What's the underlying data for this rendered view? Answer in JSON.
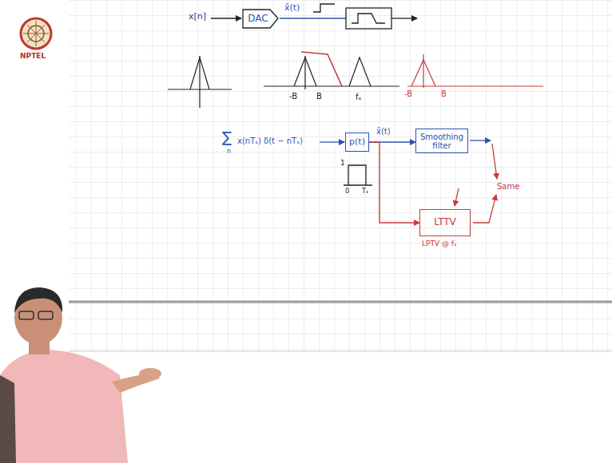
{
  "diagram": {
    "nodes": [
      {
        "text": [
          "DAC"
        ]
      },
      {
        "text": [
          "p(t)"
        ]
      },
      {
        "text": [
          "Smoothing filter"
        ]
      },
      {
        "text": [
          "LTTV"
        ]
      }
    ],
    "edges": [
      {
        "from": 1,
        "to": 2,
        "arrow": "to"
      },
      {
        "from": 1,
        "to": 3,
        "arrow": "to"
      }
    ],
    "labels": [
      "x[n]",
      "x̂(t)",
      "-B",
      "B",
      "fₛ",
      "-B",
      "B",
      "∑",
      "n",
      "x(nTₛ) δ(t − nTₛ)",
      "1",
      "0",
      "Tₛ",
      "x̂(t)",
      "Same",
      "LPTV @ fₛ",
      "NPTEL"
    ]
  }
}
